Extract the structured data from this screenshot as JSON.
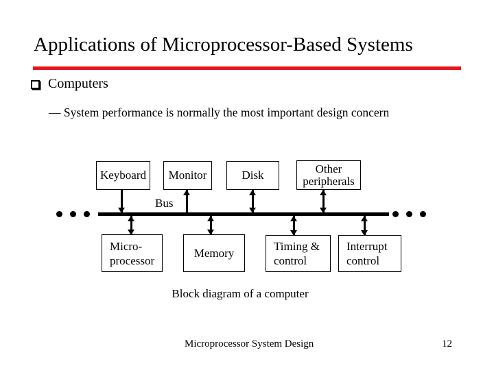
{
  "slide": {
    "title": "Applications of Microprocessor-Based Systems",
    "accent_color": "#e8121b",
    "bullet_icon": "hollow-square",
    "bullet": "Computers",
    "sub_bullet": "— System performance is normally the most important design concern",
    "caption": "Block diagram of a computer",
    "footer": "Microprocessor System Design",
    "page_number": "12"
  },
  "diagram": {
    "bus_label": "Bus",
    "ellipsis": {
      "left_dots": 3,
      "right_dots": 3
    },
    "top_boxes": [
      {
        "label": "Keyboard",
        "lines": [
          "Keyboard"
        ],
        "arrow_to_bus": "down"
      },
      {
        "label": "Monitor",
        "lines": [
          "Monitor"
        ],
        "arrow_to_bus": "up"
      },
      {
        "label": "Disk",
        "lines": [
          "Disk"
        ],
        "arrow_to_bus": "both"
      },
      {
        "label": "Other peripherals",
        "lines": [
          "Other",
          "peripherals"
        ],
        "arrow_to_bus": "both"
      }
    ],
    "bottom_boxes": [
      {
        "label": "Micro-processor",
        "lines": [
          "Micro-",
          "processor"
        ],
        "arrow_to_bus": "both"
      },
      {
        "label": "Memory",
        "lines": [
          "Memory"
        ],
        "arrow_to_bus": "both"
      },
      {
        "label": "Timing & control",
        "lines": [
          "Timing &",
          "control"
        ],
        "arrow_to_bus": "both"
      },
      {
        "label": "Interrupt control",
        "lines": [
          "Interrupt",
          "control"
        ],
        "arrow_to_bus": "both"
      }
    ]
  }
}
